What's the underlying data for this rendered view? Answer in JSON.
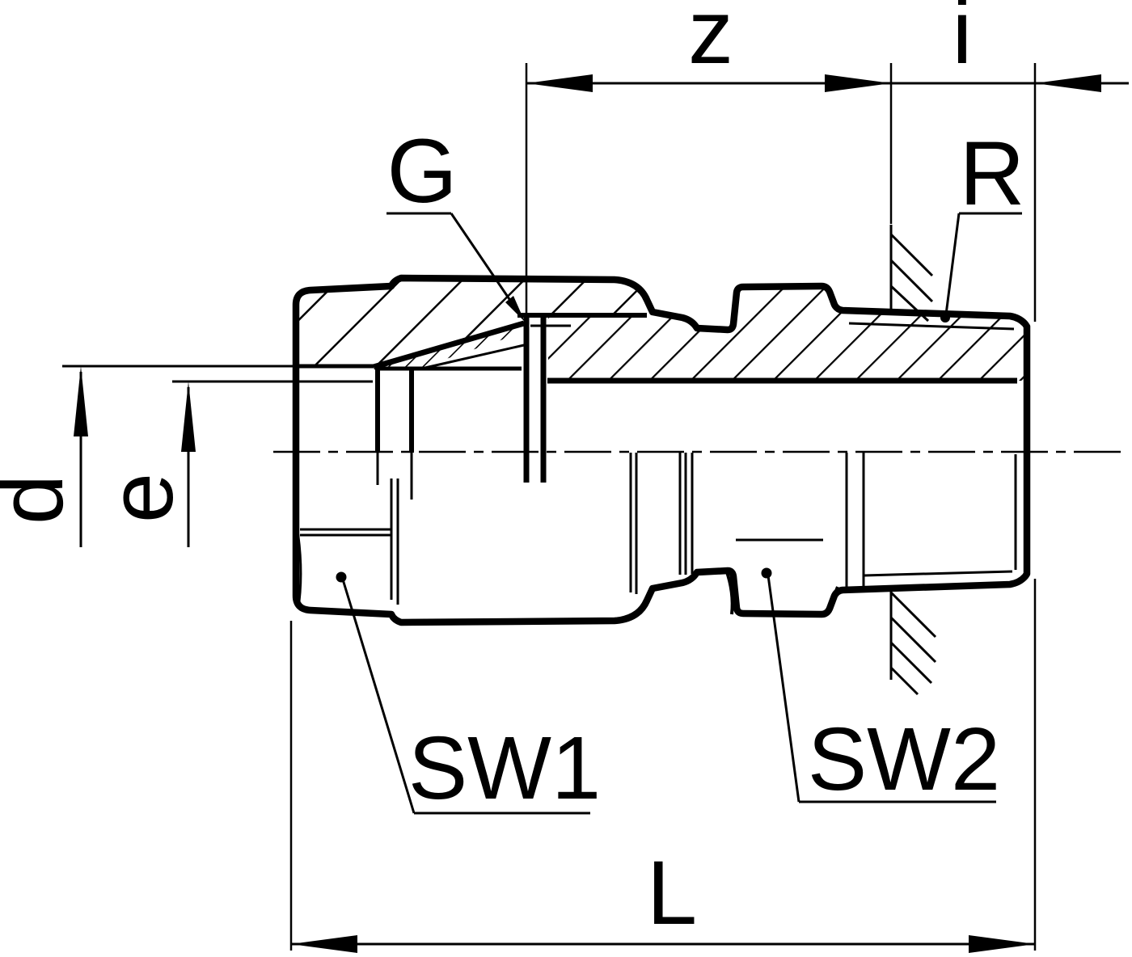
{
  "drawing": {
    "type": "technical-drawing",
    "component": "straight male stud coupling, half-section view",
    "background_color": "#ffffff",
    "line_color": "#000000",
    "labels": {
      "z": "z",
      "i": "i",
      "g_thread": "G",
      "r_thread": "R",
      "d_dim": "d",
      "e_dim": "e",
      "sw1": "SW1",
      "sw2": "SW2",
      "l_dim": "L"
    }
  }
}
